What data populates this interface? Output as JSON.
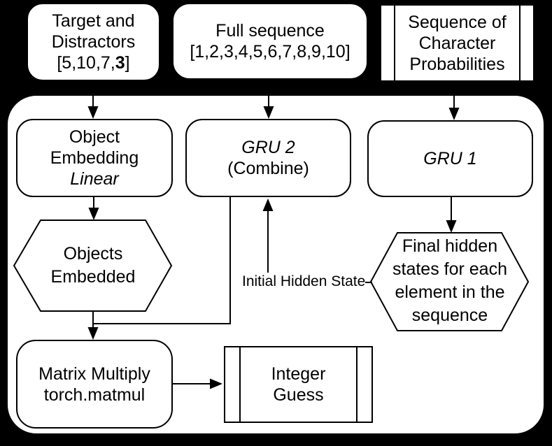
{
  "colors": {
    "background": "#000000",
    "node_fill": "#ffffff",
    "stroke": "#000000"
  },
  "top_row": {
    "target_box": {
      "line1": "Target and",
      "line2": "Distractors",
      "bracket_prefix": "[5,10,7,",
      "bold_value": "3",
      "bracket_suffix": "]"
    },
    "full_sequence_box": {
      "line1": "Full sequence",
      "line2": "[1,2,3,4,5,6,7,8,9,10]"
    },
    "sequence_probabilities_box": {
      "line1": "Sequence of",
      "line2": "Character",
      "line3": "Probabilities"
    }
  },
  "container": {
    "object_embedding_box": {
      "line1": "Object",
      "line2": "Embedding",
      "line3_italic": "Linear"
    },
    "gru2_box": {
      "line1_italic": "GRU 2",
      "line2": "(Combine)"
    },
    "gru1_box": {
      "label_italic": "GRU 1"
    },
    "objects_embedded_hexagon": {
      "line1": "Objects",
      "line2": "Embedded"
    },
    "initial_hidden_state_label": "Initial Hidden State",
    "final_hidden_states_hexagon": {
      "line1": "Final hidden",
      "line2": "states for each",
      "line3": "element in the",
      "line4": "sequence"
    },
    "matrix_multiply_box": {
      "line1": "Matrix Multiply",
      "line2": "torch.matmul"
    },
    "integer_guess_box": {
      "line1": "Integer",
      "line2": "Guess"
    }
  }
}
